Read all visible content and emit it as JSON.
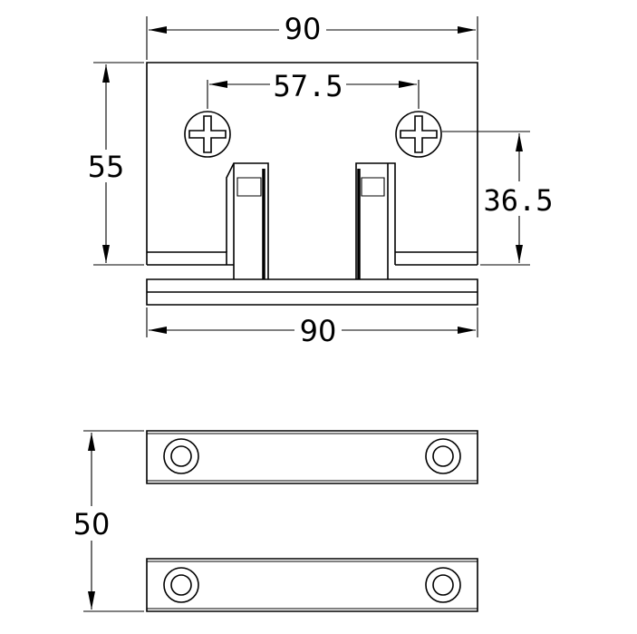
{
  "dimensions": {
    "top_width": "90",
    "screw_spacing": "57.5",
    "left_height": "55",
    "right_height": "36.5",
    "base_width": "90",
    "bottom_height": "50"
  }
}
